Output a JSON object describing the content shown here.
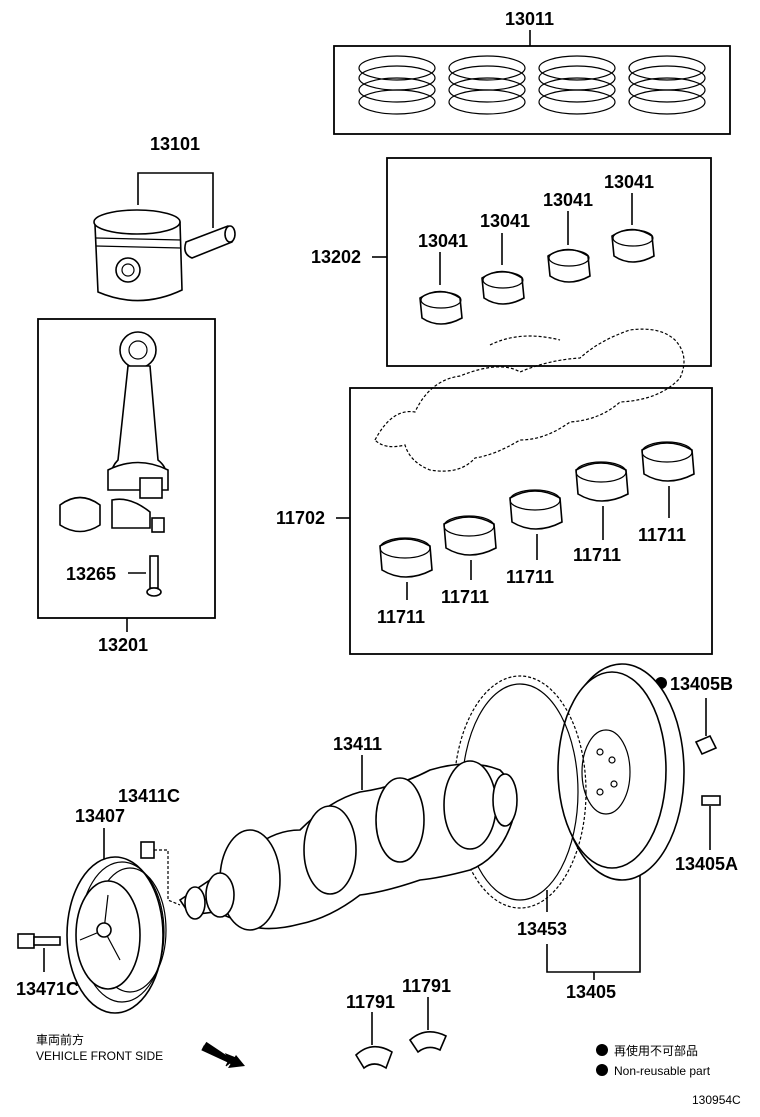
{
  "parts": {
    "rings": "13011",
    "piston": "13101",
    "bearing_set_upper": "13202",
    "bearing_a": "13041",
    "bearing_b": "13041",
    "bearing_c": "13041",
    "bearing_d": "13041",
    "rod_bolt": "13265",
    "rod_assy": "13201",
    "main_bearing_set": "11702",
    "main_1": "11711",
    "main_2": "11711",
    "main_3": "11711",
    "main_4": "11711",
    "main_5": "11711",
    "flywheel_bolt": "13405B",
    "crankshaft": "13411",
    "crank_pin": "13411C",
    "pulley": "13407",
    "flywheel_pin": "13405A",
    "ring_gear": "13453",
    "pulley_bolt": "13471C",
    "flywheel_assy": "13405",
    "thrust_1": "11791",
    "thrust_2": "11791"
  },
  "notes": {
    "front_jp": "車両前方",
    "front_en": "VEHICLE FRONT SIDE",
    "legend_jp": "再使用不可部品",
    "legend_en": "Non-reusable part"
  },
  "figure_id": "130954C"
}
